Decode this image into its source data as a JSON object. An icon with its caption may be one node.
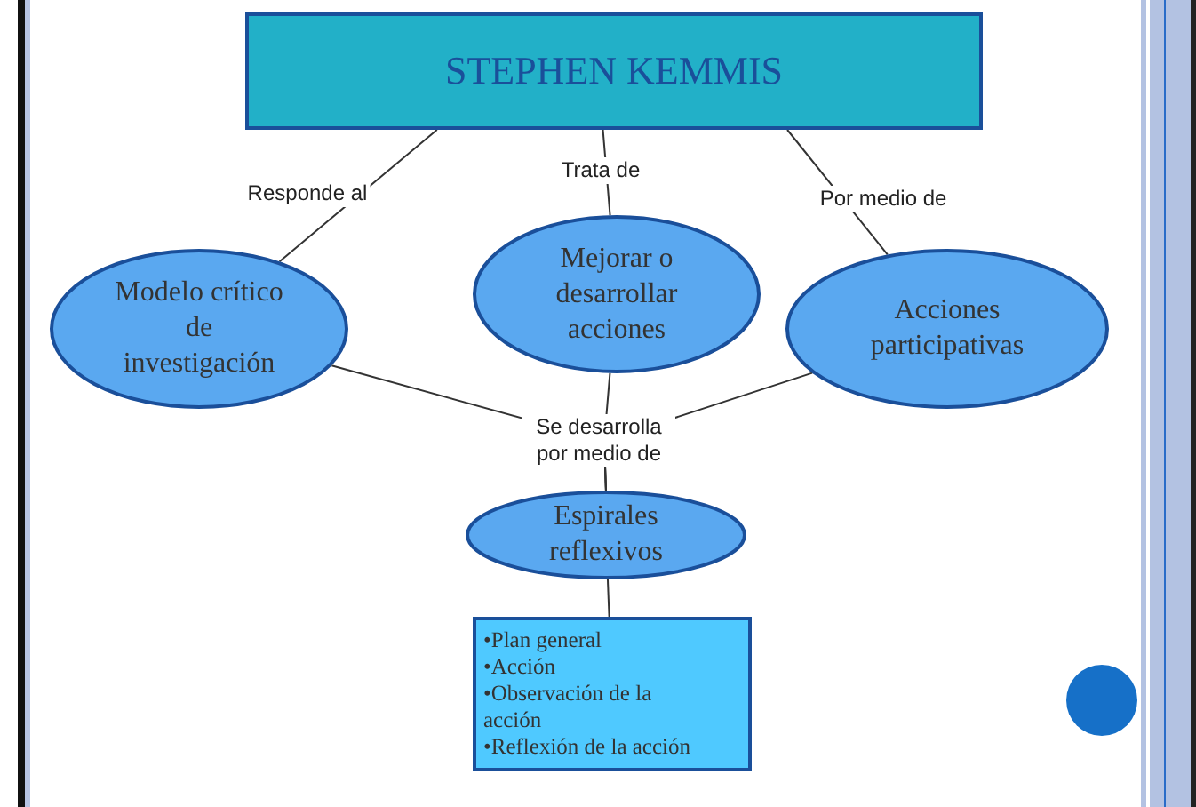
{
  "diagram": {
    "nodes": [
      {
        "text": [
          "STEPHEN KEMMIS"
        ]
      },
      {
        "text": [
          "Modelo crítico de investigación"
        ]
      },
      {
        "text": [
          "Mejorar o desarrollar acciones"
        ]
      },
      {
        "text": [
          "Acciones participativas"
        ]
      },
      {
        "text": [
          "Espirales reflexivos"
        ]
      },
      {
        "text": [
          "•Plan general",
          "•Acción",
          "•Observación de la acción",
          "•Reflexión de la acción"
        ]
      }
    ],
    "edges": [
      {
        "from": 0,
        "to": 1,
        "arrow": "none",
        "label": "Responde al"
      },
      {
        "from": 0,
        "to": 2,
        "arrow": "none",
        "label": "Trata de"
      },
      {
        "from": 0,
        "to": 3,
        "arrow": "none",
        "label": "Por medio de"
      },
      {
        "from": 1,
        "to": 4,
        "arrow": "none"
      },
      {
        "from": 2,
        "to": 4,
        "arrow": "none",
        "label": "Se desarrolla por medio de"
      },
      {
        "from": 3,
        "to": 4,
        "arrow": "none"
      },
      {
        "from": 4,
        "to": 5,
        "arrow": "none"
      }
    ]
  }
}
